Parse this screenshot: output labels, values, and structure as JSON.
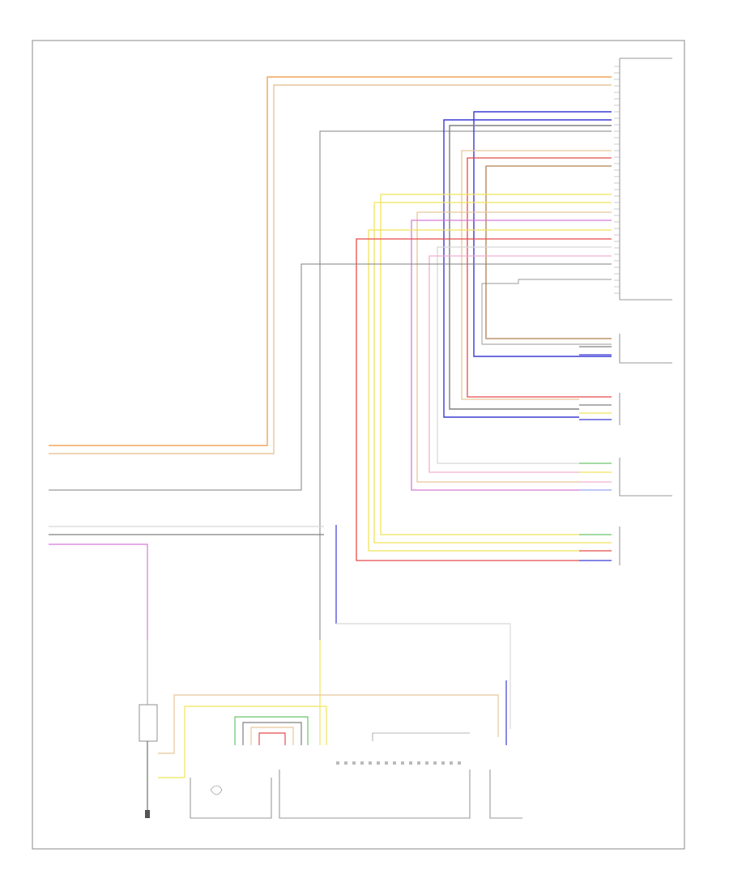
{
  "diagram": {
    "footer_code": "",
    "ground_label": "",
    "components": [
      {
        "id": "headlamp-control-module",
        "label": ""
      },
      {
        "id": "left-front-position-sensor",
        "label": ""
      },
      {
        "id": "left-rear-position-sensor",
        "label": ""
      },
      {
        "id": "right-headlamp-motor-upper",
        "label": ""
      },
      {
        "id": "right-headlamp-motor-lower",
        "label": ""
      },
      {
        "id": "right-front-ground-connector",
        "label": ""
      },
      {
        "id": "right-headlamp-assembly",
        "label": ""
      },
      {
        "id": "right-headlamp-control-unit",
        "label": ""
      },
      {
        "id": "right-headlamp-leveling-motor",
        "label": ""
      }
    ],
    "wire_colors": {
      "orange": "#f2a65a",
      "tan": "#e8c79a",
      "gray": "#808080",
      "blue": "#3b3bd6",
      "red": "#e84b4b",
      "yellow": "#f0e45a",
      "green": "#6cc46c",
      "violet": "#d87ad8",
      "light_blue": "#9aa6f0",
      "pink": "#f0b0d0",
      "brown": "#b08050"
    }
  }
}
